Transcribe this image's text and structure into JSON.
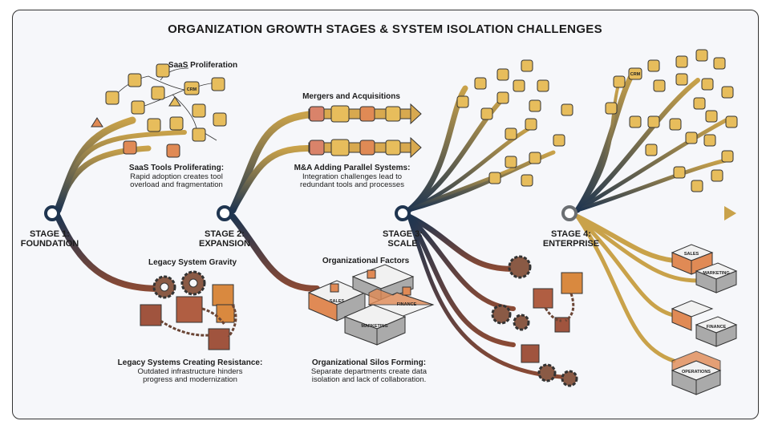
{
  "title": "ORGANIZATION GROWTH STAGES & SYSTEM ISOLATION CHALLENGES",
  "stages": [
    {
      "number": "STAGE 1:",
      "name": "FOUNDATION"
    },
    {
      "number": "STAGE 2:",
      "name": "EXPANSION"
    },
    {
      "number": "STAGE 3:",
      "name": "SCALE"
    },
    {
      "number": "STAGE 4:",
      "name": "ENTERPRISE"
    }
  ],
  "saas": {
    "heading": "SaaS Proliferation",
    "caption_title": "SaaS Tools Proliferating:",
    "caption_lines": [
      "Rapid adoption creates tool",
      "overload and fragmentation"
    ],
    "crm_label": "CRM"
  },
  "mergers": {
    "heading": "Mergers and Acquisitions",
    "caption_title": "M&A Adding Parallel Systems:",
    "caption_lines": [
      "Integration challenges lead to",
      "redundant tools and processes"
    ]
  },
  "legacy": {
    "heading": "Legacy System Gravity",
    "caption_title": "Legacy Systems Creating Resistance:",
    "caption_lines": [
      "Outdated infrastructure hinders",
      "progress and modernization"
    ]
  },
  "org": {
    "heading": "Organizational Factors",
    "caption_title": "Organizational Silos Forming:",
    "caption_lines": [
      "Separate departments create data",
      "isolation and lack of collaboration."
    ],
    "silos": [
      "SALES",
      "FINANCE",
      "MARKETING"
    ]
  },
  "enterprise_silos": [
    "SALES",
    "MARKETING",
    "FINANCE",
    "OPERATIONS"
  ],
  "enterprise_crm_label": "CRM",
  "colors": {
    "navy": "#1f3550",
    "gold": "#c9a24a",
    "rust": "#8a4a35",
    "orange": "#e0844a",
    "tile": "#e7bd5c"
  }
}
